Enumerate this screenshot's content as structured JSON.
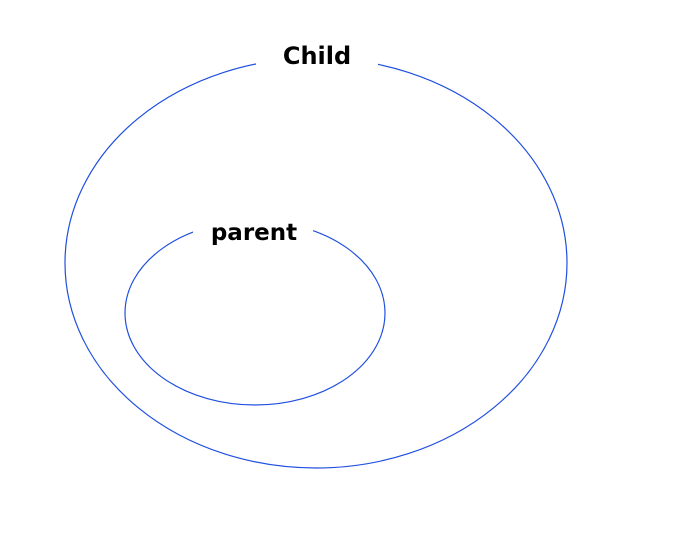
{
  "diagram": {
    "outline_color": "#1f4fe0",
    "label_color": "#000000",
    "sets": [
      {
        "id": "child",
        "label": "Child"
      },
      {
        "id": "parent",
        "label": "parent"
      }
    ]
  }
}
